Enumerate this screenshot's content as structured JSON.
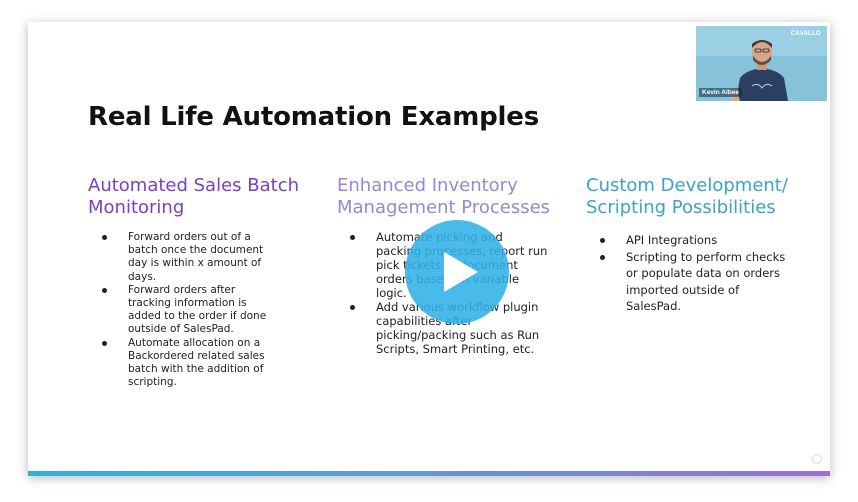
{
  "slide": {
    "title": "Real Life Automation Examples",
    "columns": [
      {
        "heading": "Automated Sales Batch Monitoring",
        "heading_color": "#7b3fc4",
        "bullets": [
          "Forward orders out of a batch once the document day is within x amount of days.",
          "Forward orders after tracking information is added to the order if done outside of SalesPad.",
          "Automate allocation on a Backordered related sales batch with the addition of scripting."
        ]
      },
      {
        "heading": "Enhanced Inventory Management Processes",
        "heading_color": "#9b86cf",
        "bullets": [
          "Automate picking and packing processes, report run pick tickets to document orders based on variable logic.",
          "Add various workflow plugin capabilities after picking/packing such as Run Scripts, Smart Printing, etc."
        ]
      },
      {
        "heading": "Custom Development/ Scripting Possibilities",
        "heading_color": "#3aa3c6",
        "bullets": [
          "API Integrations",
          "Scripting to perform checks or populate data on orders imported outside of SalesPad."
        ]
      }
    ],
    "bottom_bar_colors": [
      "#2fb1d6",
      "#5a9bd8",
      "#9b6fd6"
    ]
  },
  "webcam": {
    "presenter_name": "Kevin Albee",
    "logo_text": "CAVALLO"
  },
  "player": {
    "play_icon": "play-icon",
    "play_color": "#30b0e6"
  }
}
